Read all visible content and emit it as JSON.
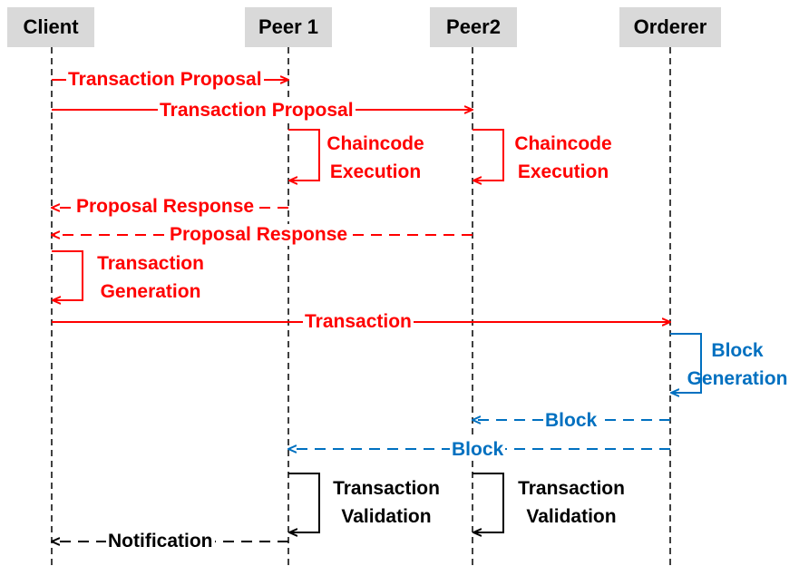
{
  "participants": [
    "Client",
    "Peer 1",
    "Peer2",
    "Orderer"
  ],
  "colors": {
    "red": "#ff0000",
    "blue": "#0070c0",
    "black": "#000000",
    "header": "#d9d9d9"
  },
  "messages": [
    {
      "from": 0,
      "to": 1,
      "label": "Transaction Proposal",
      "style": "solid",
      "color": "red"
    },
    {
      "from": 0,
      "to": 2,
      "label": "Transaction Proposal",
      "style": "solid",
      "color": "red"
    },
    {
      "from": 1,
      "to": 0,
      "label": "Proposal Response",
      "style": "dashed",
      "color": "red"
    },
    {
      "from": 2,
      "to": 0,
      "label": "Proposal Response",
      "style": "dashed",
      "color": "red"
    },
    {
      "from": 0,
      "to": 3,
      "label": "Transaction",
      "style": "solid",
      "color": "red"
    },
    {
      "from": 3,
      "to": 2,
      "label": "Block",
      "style": "dashed",
      "color": "blue"
    },
    {
      "from": 3,
      "to": 1,
      "label": "Block",
      "style": "dashed",
      "color": "blue"
    },
    {
      "from": 1,
      "to": 0,
      "label": "Notification",
      "style": "dashed",
      "color": "black"
    }
  ],
  "self_actions": [
    {
      "participant": 1,
      "lines": [
        "Chaincode",
        "Execution"
      ],
      "color": "red"
    },
    {
      "participant": 2,
      "lines": [
        "Chaincode",
        "Execution"
      ],
      "color": "red"
    },
    {
      "participant": 0,
      "lines": [
        "Transaction",
        "Generation"
      ],
      "color": "red"
    },
    {
      "participant": 3,
      "lines": [
        "Block",
        "Generation"
      ],
      "color": "blue"
    },
    {
      "participant": 1,
      "lines": [
        "Transaction",
        "Validation"
      ],
      "color": "black"
    },
    {
      "participant": 2,
      "lines": [
        "Transaction",
        "Validation"
      ],
      "color": "black"
    }
  ]
}
